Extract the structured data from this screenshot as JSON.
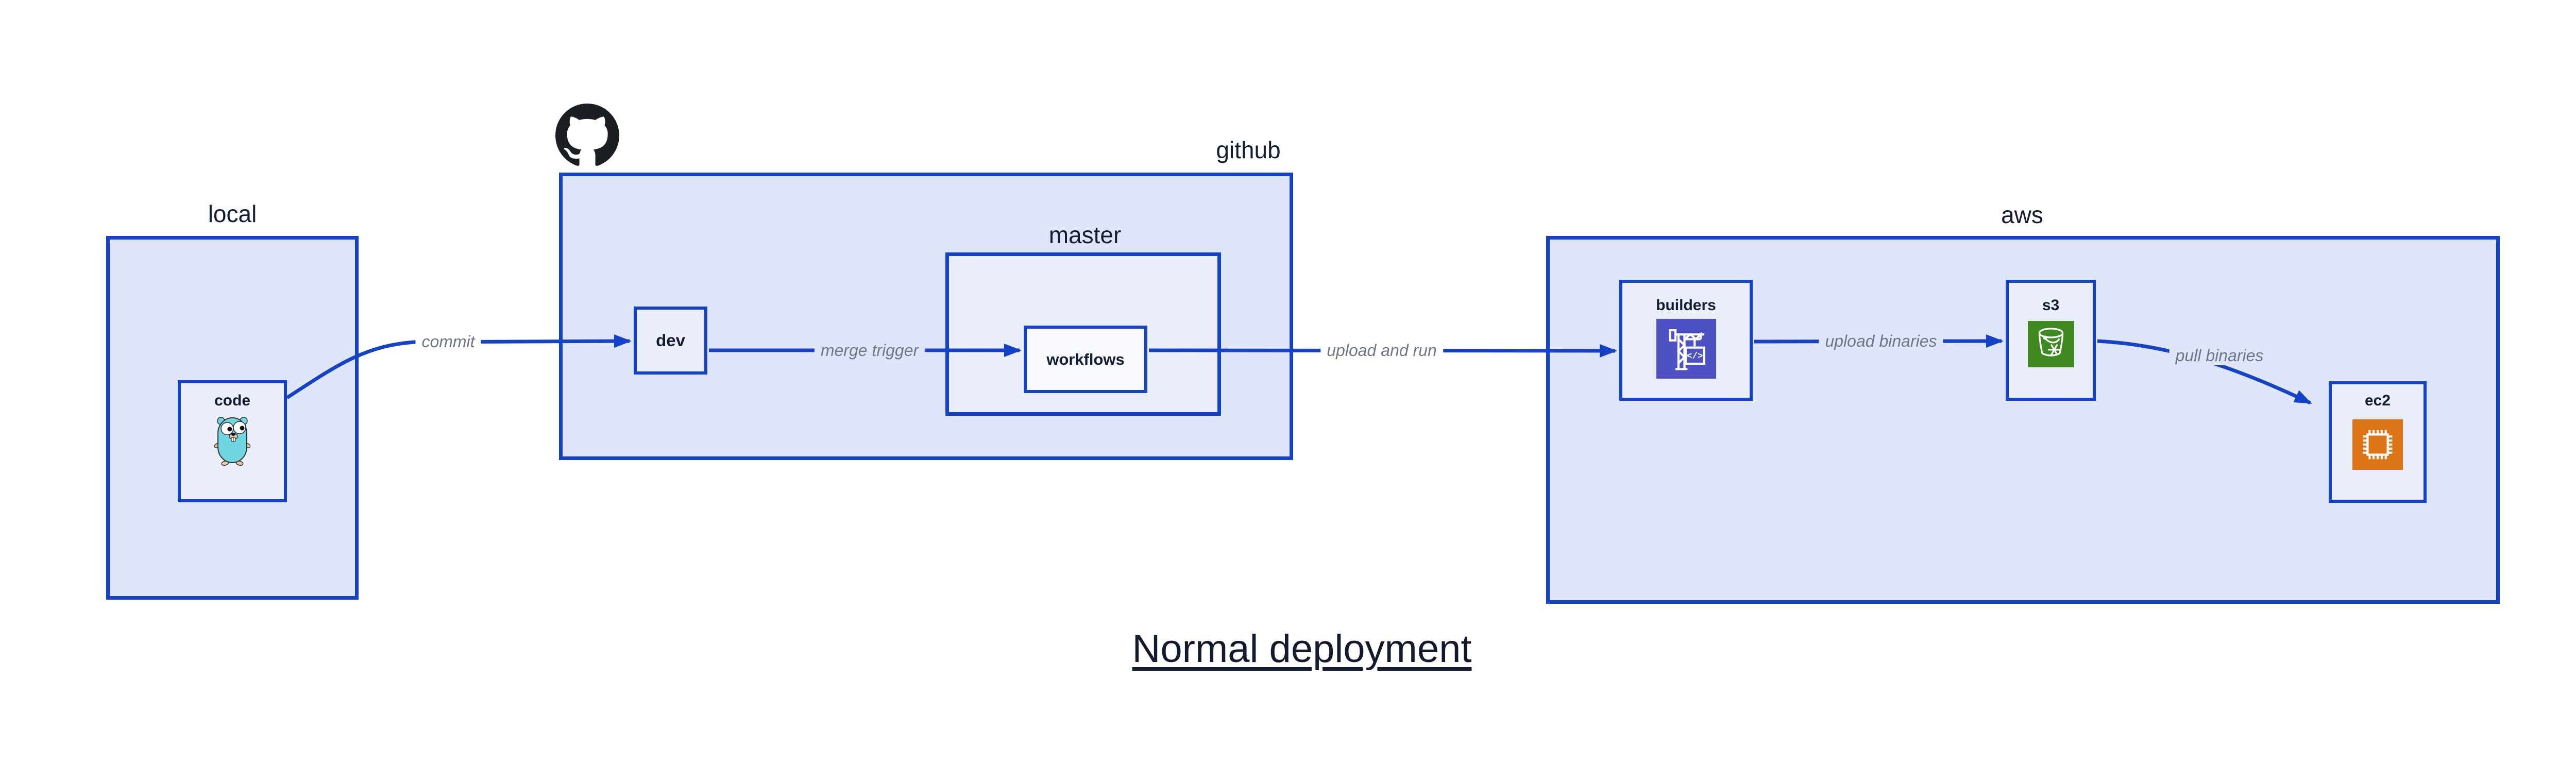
{
  "title": "Normal deployment",
  "groups": {
    "local": {
      "label": "local"
    },
    "github": {
      "label": "github"
    },
    "master": {
      "label": "master"
    },
    "aws": {
      "label": "aws"
    }
  },
  "nodes": {
    "code": {
      "label": "code",
      "icon": "go-gopher-icon"
    },
    "dev": {
      "label": "dev"
    },
    "workflows": {
      "label": "workflows"
    },
    "builders": {
      "label": "builders",
      "icon": "codebuild-crane-icon"
    },
    "s3": {
      "label": "s3",
      "icon": "s3-bucket-icon"
    },
    "ec2": {
      "label": "ec2",
      "icon": "ec2-chip-icon"
    }
  },
  "edges": {
    "commit": {
      "label": "commit",
      "from": "code",
      "to": "dev"
    },
    "merge_trigger": {
      "label": "merge trigger",
      "from": "dev",
      "to": "workflows"
    },
    "upload_and_run": {
      "label": "upload and run",
      "from": "workflows",
      "to": "builders"
    },
    "upload_binaries": {
      "label": "upload binaries",
      "from": "builders",
      "to": "s3"
    },
    "pull_binaries": {
      "label": "pull binaries",
      "from": "s3",
      "to": "ec2"
    }
  },
  "icons": {
    "github_logo": "github-octocat-icon"
  },
  "colors": {
    "box_border": "#1442c8",
    "arrow": "#1442c8",
    "group_fill": "#e0e6f9",
    "node_fill": "#ebeffb",
    "workflows_fill": "#f7f9fe",
    "dark_text": "#131c35",
    "edge_label_text": "#6e7687",
    "github_logo": "#1b1f23",
    "codebuild_icon": "#4d51c4",
    "s3_icon": "#3e8a21",
    "ec2_icon": "#dd7517",
    "gopher_body": "#6fd6e2"
  }
}
